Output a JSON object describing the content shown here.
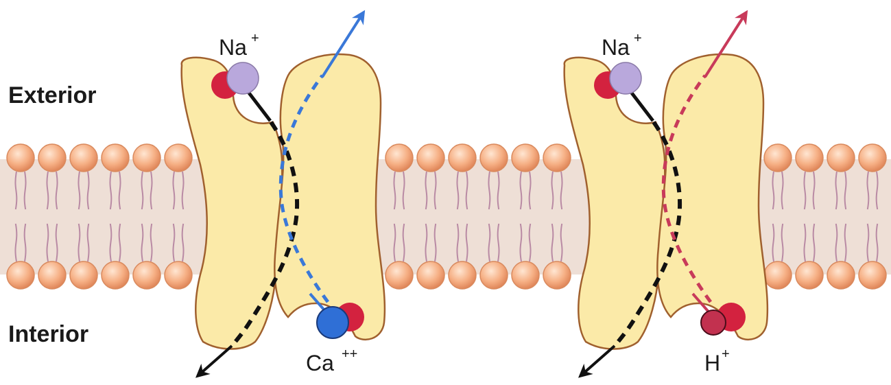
{
  "labels": {
    "exterior": "Exterior",
    "interior": "Interior"
  },
  "transporters": [
    {
      "name": "sodium-calcium-exchanger",
      "outer_ion": {
        "symbol": "Na",
        "charge": "+"
      },
      "inner_ion": {
        "symbol": "Ca",
        "charge": "++"
      },
      "inner_ion_color": "#2f6fd6",
      "path_color": "#3a78d8"
    },
    {
      "name": "sodium-hydrogen-exchanger",
      "outer_ion": {
        "symbol": "Na",
        "charge": "+"
      },
      "inner_ion": {
        "symbol": "H",
        "charge": "+"
      },
      "inner_ion_color": "#c2314f",
      "path_color": "#c83a5a"
    }
  ],
  "colors": {
    "protein_fill": "#fbeaa8",
    "protein_stroke": "#a0602e",
    "membrane_band": "#eedfd6",
    "phospholipid_head": "#f0a374",
    "binding_site_red": "#d3223f",
    "sodium_ion": "#b9a8dc",
    "na_path": "#111111"
  }
}
